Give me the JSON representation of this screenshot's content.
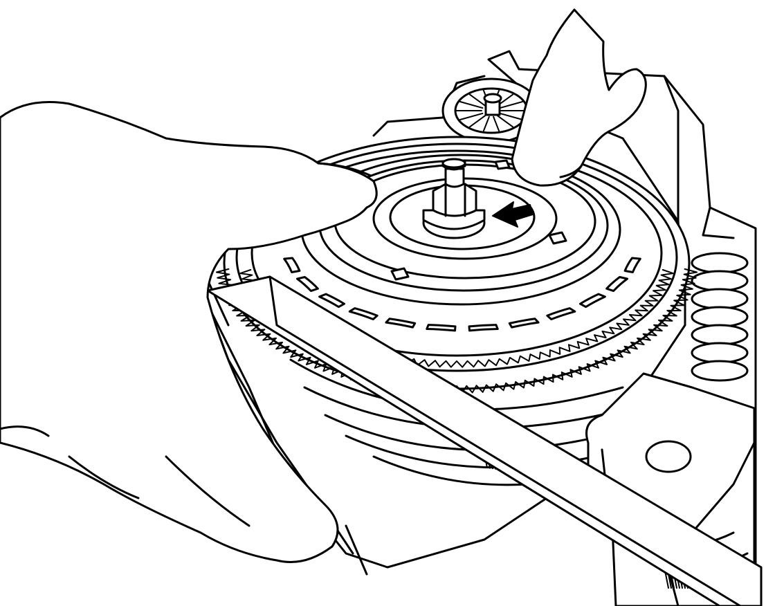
{
  "figure": {
    "kind": "line-art-illustration",
    "colors": {
      "ink": "#000000",
      "paper": "#ffffff"
    },
    "teeth": {
      "ring_gear_inner": 56,
      "ring_gear_outer": 70,
      "upper_pulley_spokes": 14
    },
    "slots": {
      "outer_ring": 12
    }
  }
}
